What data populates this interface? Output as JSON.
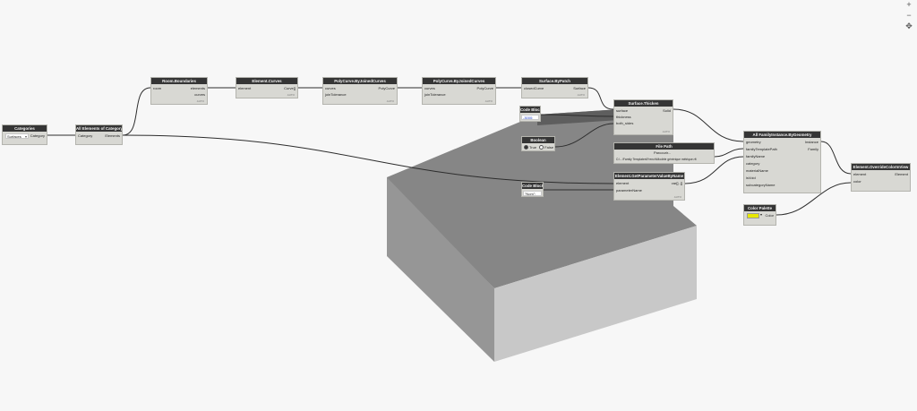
{
  "nodes": {
    "categories": {
      "title": "Categories",
      "dropdown_value": "Surfaces",
      "output": "Category"
    },
    "all_elements": {
      "title": "All Elements of Category",
      "input": "Category",
      "output": "Elements"
    },
    "room_boundaries": {
      "title": "Room.Boundaries",
      "inputs": [
        "room"
      ],
      "outputs": [
        "elements",
        "curves"
      ]
    },
    "element_curves": {
      "title": "Element.Curves",
      "input": "element",
      "output": "Curve[]"
    },
    "polycurve1": {
      "title": "PolyCurve.ByJoinedCurves",
      "inputs": [
        "curves",
        "joinTolerance"
      ],
      "output": "PolyCurve"
    },
    "polycurve2": {
      "title": "PolyCurve.ByJoinedCurves",
      "inputs": [
        "curves",
        "joinTolerance"
      ],
      "output": "PolyCurve"
    },
    "surface_bypatch": {
      "title": "Surface.ByPatch",
      "input": "closedCurve",
      "output": "Surface"
    },
    "surface_thicken": {
      "title": "Surface.Thicken",
      "inputs": [
        "surface",
        "thickness",
        "both_sides"
      ],
      "output": "Solid"
    },
    "code_block_1": {
      "title": "Code Block",
      "code": "-3000;"
    },
    "boolean": {
      "title": "Boolean",
      "true_label": "True",
      "false_label": "False"
    },
    "file_path": {
      "title": "File Path",
      "button": "Parcourir...",
      "value": "C:\\...\\Family Templates\\French\\Modèle générique métrique.rft"
    },
    "code_block_2": {
      "title": "Code Block",
      "code": "\"Nom\";"
    },
    "get_param": {
      "title": "Element.GetParameterValueByName",
      "inputs": [
        "element",
        "parameterName"
      ],
      "output": "var[]..[]"
    },
    "family_instance": {
      "title": "All FamilyInstance.ByGeometry",
      "inputs": [
        "geometry",
        "familyTemplatePath",
        "familyName",
        "category",
        "materialName",
        "isVoid",
        "subcategoryName"
      ],
      "outputs": [
        "Instance",
        "Family"
      ]
    },
    "color_palette": {
      "title": "Color Palette",
      "output": "Color"
    },
    "override_color": {
      "title": "Element.OverrideColorInView",
      "inputs": [
        "element",
        "color"
      ],
      "output": "Element"
    },
    "lacing_label": "AUTO"
  },
  "toolbar": {
    "zoom_in": "+",
    "zoom_out": "−",
    "fit": "✥"
  },
  "colors": {
    "node_header": "#353535",
    "node_body": "#d8d8d3",
    "canvas": "#f7f7f7",
    "palette_swatch": "#e8e800"
  }
}
